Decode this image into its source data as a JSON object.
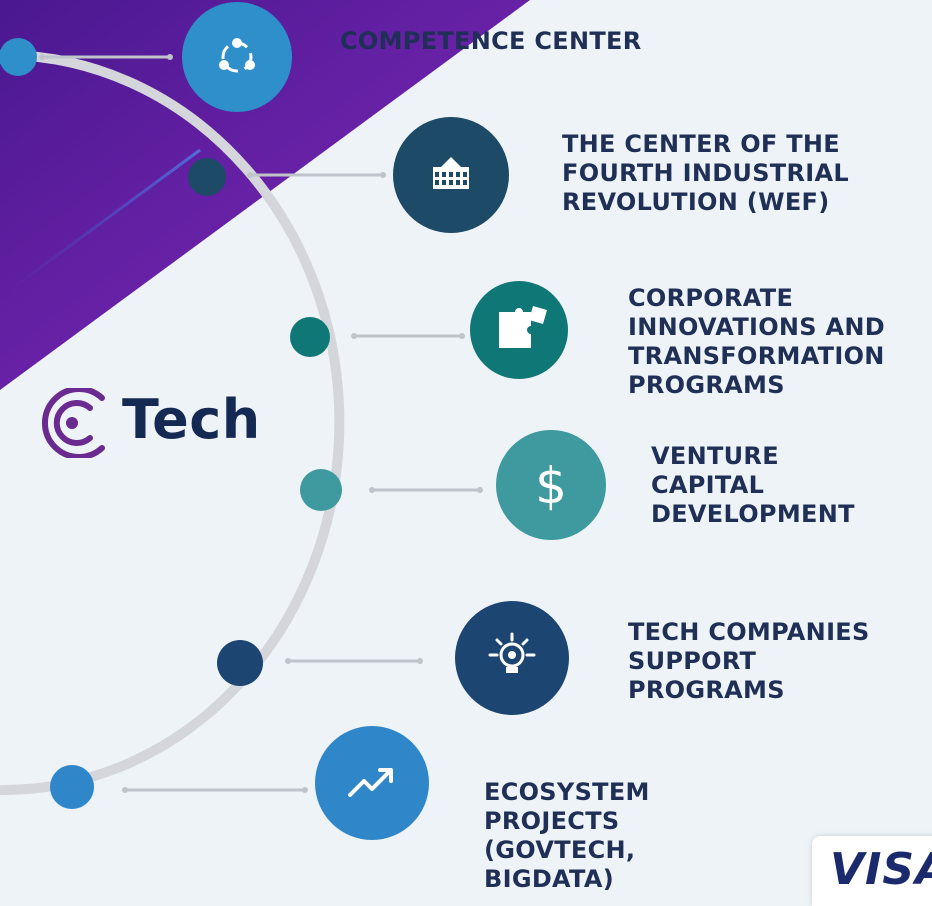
{
  "brand": {
    "name": "Tech",
    "logo_icon": "c-rings-logo-icon"
  },
  "items": [
    {
      "lines": [
        "COMPETENCE CENTER"
      ],
      "icon": "share-network-icon",
      "icon_color": "#2e8fcb",
      "dot_color": "#2e8fcb"
    },
    {
      "lines": [
        "THE CENTER OF THE",
        "FOURTH INDUSTRIAL",
        "REVOLUTION (WEF)"
      ],
      "icon": "building-icon",
      "icon_color": "#1d4a66",
      "dot_color": "#1d4a66"
    },
    {
      "lines": [
        "CORPORATE",
        "INNOVATIONS AND",
        "TRANSFORMATION",
        "PROGRAMS"
      ],
      "icon": "puzzle-icon",
      "icon_color": "#0f7775",
      "dot_color": "#0f7775"
    },
    {
      "lines": [
        "VENTURE",
        "CAPITAL",
        "DEVELOPMENT"
      ],
      "icon": "dollar-icon",
      "icon_color": "#3e9a9e",
      "dot_color": "#3e9a9e"
    },
    {
      "lines": [
        "TECH COMPANIES",
        "SUPPORT",
        "PROGRAMS"
      ],
      "icon": "lightbulb-icon",
      "icon_color": "#1d4572",
      "dot_color": "#1d4572"
    },
    {
      "lines": [
        "ECOSYSTEM",
        "PROJECTS",
        "(GOVTECH,",
        "BIGDATA)"
      ],
      "icon": "trend-up-icon",
      "icon_color": "#2f86c8",
      "dot_color": "#2f86c8"
    }
  ],
  "partner_logo": "VISA",
  "colors": {
    "background": "#eef3f8",
    "purple_band": "#5a1f9b",
    "arc": "#d4d6dc",
    "connector": "#bfc3ca",
    "label_text": "#1f2f55",
    "brand_text": "#152a52",
    "brand_logo": "#6a2a8f"
  }
}
